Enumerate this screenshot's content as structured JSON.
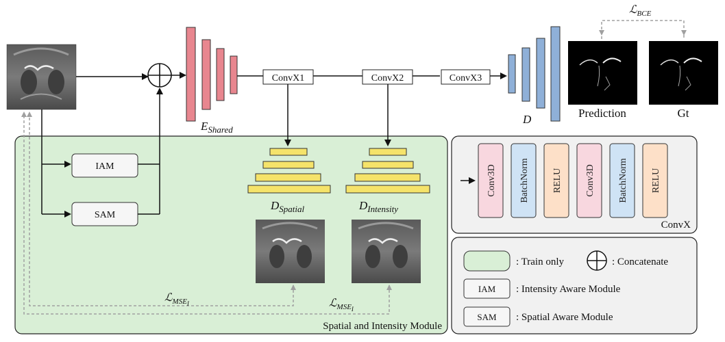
{
  "inputs": {
    "mri_image": "mri-slice"
  },
  "encoder": {
    "label_main": "E",
    "label_sub": "Shared"
  },
  "decoder": {
    "label": "D"
  },
  "convx_blocks": [
    "ConvX1",
    "ConvX2",
    "ConvX3"
  ],
  "outputs": {
    "prediction_label": "Prediction",
    "gt_label": "Gt",
    "loss_bce_main": "ℒ",
    "loss_bce_sub": "BCE"
  },
  "modules": {
    "iam_label": "IAM",
    "sam_label": "SAM",
    "panel_title": "Spatial and Intensity Module"
  },
  "aux_decoders": {
    "spatial_main": "D",
    "spatial_sub": "Spatial",
    "intensity_main": "D",
    "intensity_sub": "Intensity"
  },
  "mse_losses": {
    "main": "ℒ",
    "sub": "MSE",
    "subsub": "I"
  },
  "convx_detail": {
    "title": "ConvX",
    "layers": [
      "Conv3D",
      "BatchNorm",
      "RELU",
      "Conv3D",
      "BatchNorm",
      "RELU"
    ]
  },
  "legend": {
    "train_only": ": Train only",
    "concatenate": ": Concatenate",
    "iam_box": "IAM",
    "iam_text": ": Intensity Aware Module",
    "sam_box": "SAM",
    "sam_text": ": Spatial Aware Module"
  },
  "colors": {
    "encoder": "#e8868f",
    "decoder": "#8fb0d8",
    "aux_decoder": "#f5e36a",
    "green_panel": "#d9efd6",
    "conv3d": "#f8d7df",
    "batchnorm": "#cfe3f5",
    "relu": "#fde0c8",
    "panel_grey": "#f1f1f1"
  }
}
